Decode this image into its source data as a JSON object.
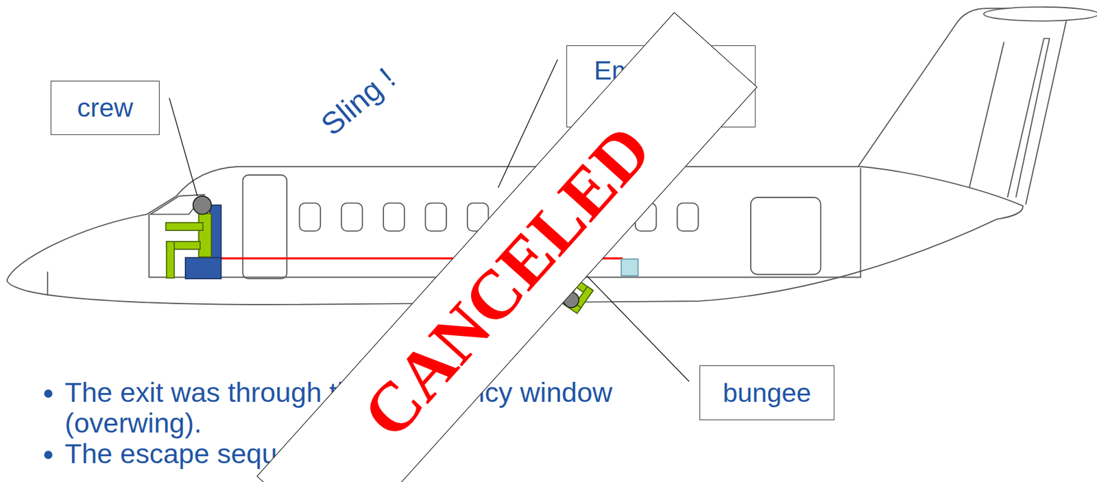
{
  "diagram": {
    "nodes": [
      {
        "text": [
          "crew"
        ]
      },
      {
        "text": [
          "Emergency"
        ]
      },
      {
        "text": [
          "bungee"
        ]
      }
    ],
    "labels": [
      "Sling !",
      "CANCELED",
      "The exit was through the emergency window (overwing).",
      "The escape sequency was:"
    ]
  }
}
